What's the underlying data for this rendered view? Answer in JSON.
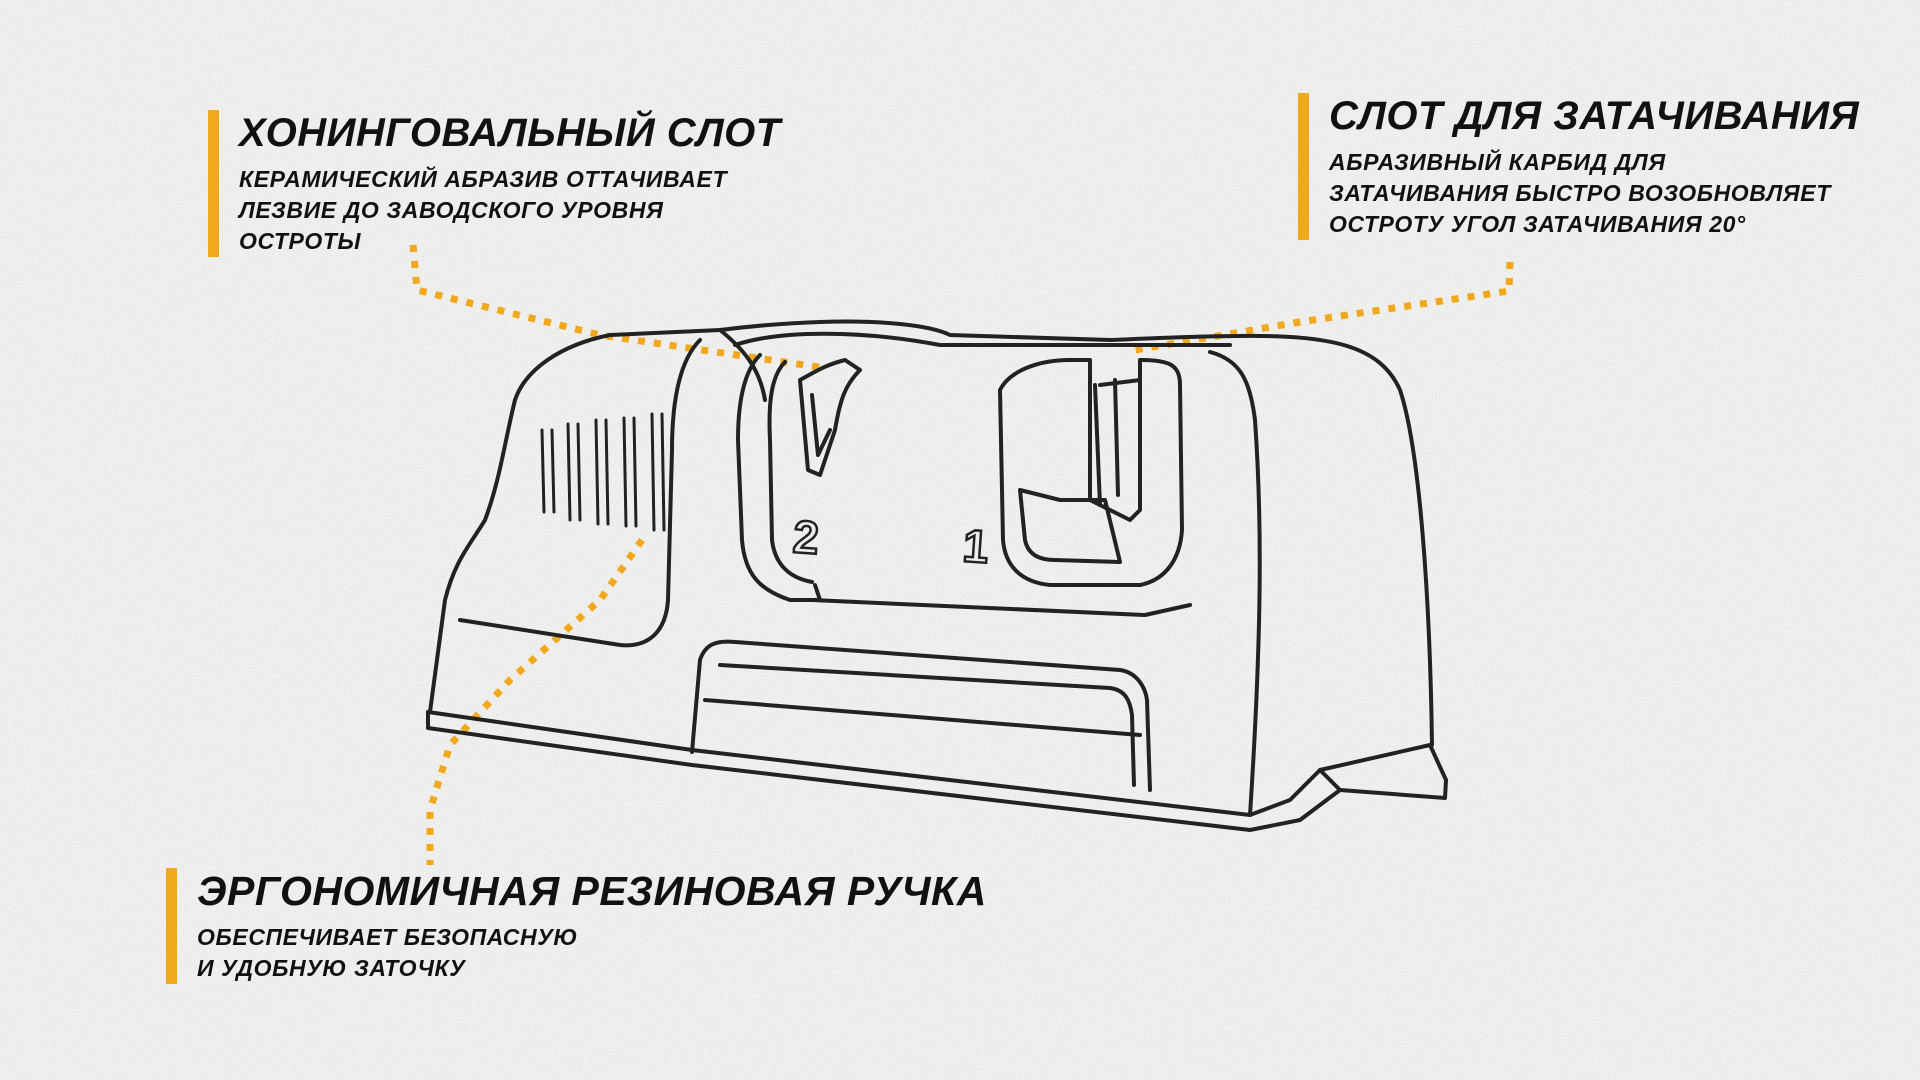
{
  "colors": {
    "accent": "#f2a81d",
    "line": "#222222",
    "background": "#f3f3f1",
    "text": "#111111"
  },
  "callouts": {
    "honing": {
      "title": "ХОНИНГОВАЛЬНЫЙ СЛОТ",
      "lines": [
        "КЕРАМИЧЕСКИЙ АБРАЗИВ ОТТАЧИВАЕТ",
        "ЛЕЗВИЕ ДО ЗАВОДСКОГО УРОВНЯ",
        "ОСТРОТЫ"
      ]
    },
    "sharpening": {
      "title": "СЛОТ ДЛЯ ЗАТАЧИВАНИЯ",
      "lines": [
        "АБРАЗИВНЫЙ КАРБИД ДЛЯ",
        "ЗАТАЧИВАНИЯ БЫСТРО ВОЗОБНОВЛЯЕТ",
        "ОСТРОТУ УГОЛ ЗАТАЧИВАНИЯ 20°"
      ]
    },
    "grip": {
      "title": "ЭРГОНОМИЧНАЯ РЕЗИНОВАЯ РУЧКА",
      "lines": [
        "ОБЕСПЕЧИВАЕТ БЕЗОПАСНУЮ",
        "И УДОБНУЮ ЗАТОЧКУ"
      ]
    }
  },
  "device": {
    "slot_label_honing": "2",
    "slot_label_sharpening": "1"
  }
}
